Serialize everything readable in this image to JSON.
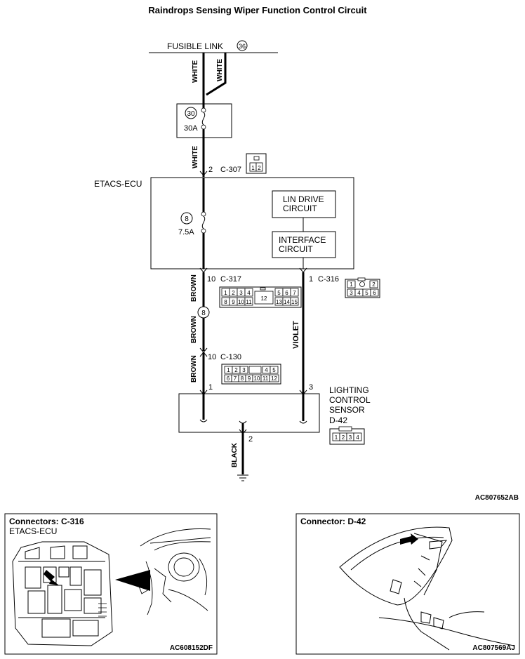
{
  "title": "Raindrops Sensing Wiper Function Control Circuit",
  "fusible_link": {
    "label": "FUSIBLE LINK",
    "number": "36"
  },
  "wires": {
    "white_left": "WHITE",
    "white_right": "WHITE",
    "white_lower": "WHITE",
    "brown_1": "BROWN",
    "brown_2": "BROWN",
    "brown_3": "BROWN",
    "violet": "VIOLET",
    "black": "BLACK"
  },
  "fuse_30": {
    "number": "30",
    "rating": "30A"
  },
  "fuse_8": {
    "number": "8",
    "rating": "7.5A"
  },
  "connector_c307": {
    "pin": "2",
    "name": "C-307",
    "pins": [
      "1",
      "2"
    ]
  },
  "etacs_ecu": {
    "label": "ETACS-ECU",
    "lin_drive": [
      "LIN DRIVE",
      "CIRCUIT"
    ],
    "interface": [
      "INTERFACE",
      "CIRCUIT"
    ]
  },
  "connector_c317": {
    "pin": "10",
    "name": "C-317",
    "top_pins": [
      "1",
      "2",
      "3",
      "4",
      "5",
      "6",
      "7"
    ],
    "bottom_pins": [
      "8",
      "9",
      "10",
      "11",
      "13",
      "14",
      "15"
    ],
    "center_pin": "12"
  },
  "connector_c316": {
    "pin": "1",
    "name": "C-316",
    "top_pins": [
      "1",
      "2"
    ],
    "bottom_pins": [
      "3",
      "4",
      "5",
      "6"
    ]
  },
  "junction_8": "8",
  "connector_c130": {
    "pin": "10",
    "name": "C-130",
    "top_pins": [
      "1",
      "2",
      "3",
      "4",
      "5"
    ],
    "bottom_pins": [
      "6",
      "7",
      "8",
      "9",
      "10",
      "11",
      "12"
    ]
  },
  "sensor": {
    "label": [
      "LIGHTING",
      "CONTROL",
      "SENSOR"
    ],
    "connector": "D-42",
    "pin_left": "1",
    "pin_right": "3",
    "pin_ground": "2",
    "pins": [
      "1",
      "2",
      "3",
      "4"
    ]
  },
  "diagram_code": "AC807652AB",
  "panel_left": {
    "title": "Connectors: C-316",
    "subtitle": "ETACS-ECU",
    "code": "AC608152DF"
  },
  "panel_right": {
    "title": "Connector: D-42",
    "code": "AC807569AJ"
  }
}
